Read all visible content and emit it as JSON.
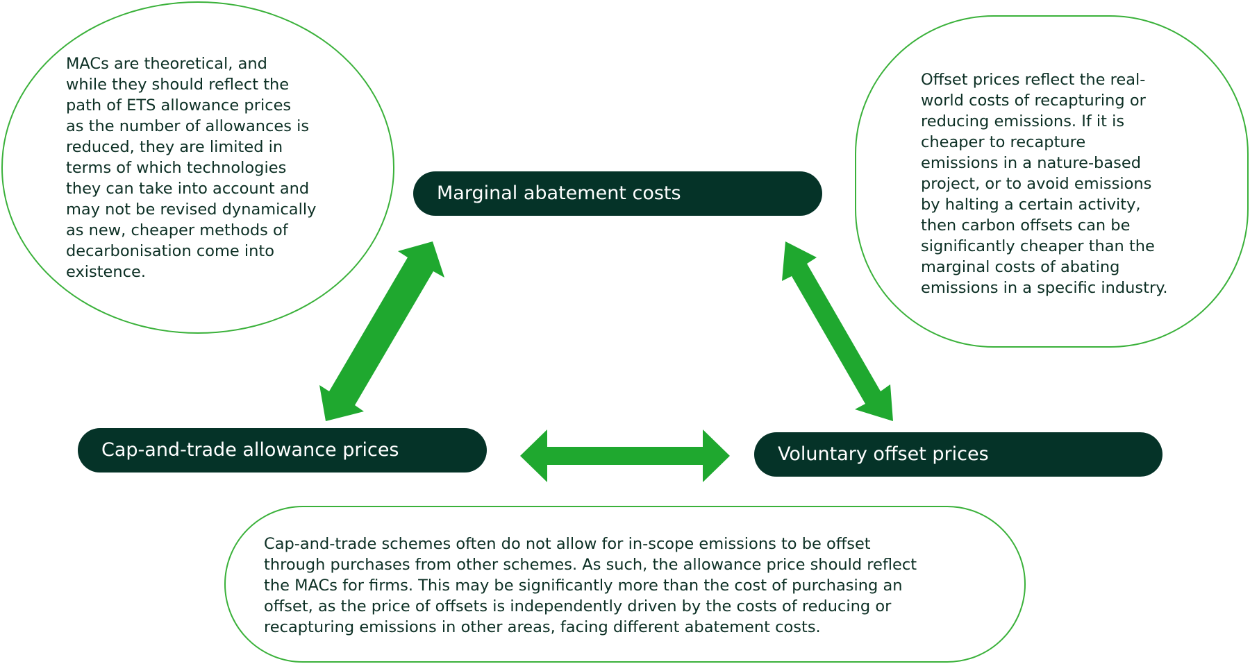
{
  "nodes": {
    "marginal_abatement": "Marginal abatement costs",
    "cap_and_trade": "Cap-and-trade allowance prices",
    "voluntary_offset": "Voluntary offset prices"
  },
  "notes": {
    "macs": "MACs are theoretical, and\nwhile they should reflect the\npath of ETS allowance prices\nas the number of allowances is\nreduced, they are limited in\nterms of which technologies\nthey can take into account and\nmay not be revised dynamically\nas new, cheaper methods of\ndecarbonisation come into\nexistence.",
    "offsets": "Offset prices reflect the real-\nworld costs of recapturing or\nreducing emissions. If it is\ncheaper to recapture\nemissions in a nature-based\nproject, or to avoid emissions\nby halting a certain activity,\nthen carbon offsets can be\nsignificantly cheaper than the\nmarginal costs of abating\nemissions in a specific industry.",
    "cap_trade": "Cap-and-trade schemes often do not allow for in-scope emissions to be offset\nthrough purchases from other schemes. As such, the allowance price should reflect\nthe MACs for firms. This may be significantly more than the cost of purchasing an\noffset, as the price of offsets is independently driven by the costs of reducing or\nrecapturing emissions in other areas, facing different abatement costs."
  },
  "colors": {
    "pill_fill": "#053328",
    "arrow_fill": "#1fa82f",
    "bubble_border": "#3ab13a",
    "text_dark": "#0c2f24"
  }
}
